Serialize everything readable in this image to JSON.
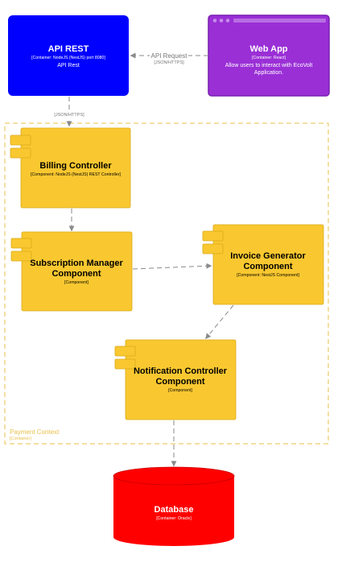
{
  "nodes": {
    "api_rest": {
      "title": "API REST",
      "meta": "[Container: NodeJS (NestJS) port 8080]",
      "desc": "API Rest",
      "color": "#0000ff"
    },
    "web_app": {
      "title": "Web App",
      "meta": "[Container: React]",
      "desc_lines": [
        "Allow users to interact with EcoVolt",
        "Application."
      ],
      "color": "#9a2fd6",
      "border_color": "#7a1fb0"
    },
    "billing_controller": {
      "title": "Billing Controller",
      "meta": "[Component: NodeJS (NestJS) REST Controller]",
      "color": "#f9c830"
    },
    "subscription_manager": {
      "title_lines": [
        "Subscription Manager",
        "Component"
      ],
      "meta": "[Component]",
      "color": "#f9c830"
    },
    "invoice_generator": {
      "title_lines": [
        "Invoice Generator",
        "Component"
      ],
      "meta": "[Component: NestJS Component]",
      "color": "#f9c830"
    },
    "notification_controller": {
      "title_lines": [
        "Notification Controller",
        "Component"
      ],
      "meta": "[Component]",
      "color": "#f9c830"
    },
    "database": {
      "title": "Database",
      "meta": "[Container: Oracle]",
      "color": "#ff0000"
    }
  },
  "boundary": {
    "label": "Payment Context",
    "type": "[Container]",
    "color": "#e8c04a"
  },
  "edges": {
    "webapp_to_api": {
      "label": "API Request",
      "tech": "[JSON/HTTPS]"
    },
    "api_to_billing": {
      "tech": "[JSON/HTTPS]"
    }
  }
}
